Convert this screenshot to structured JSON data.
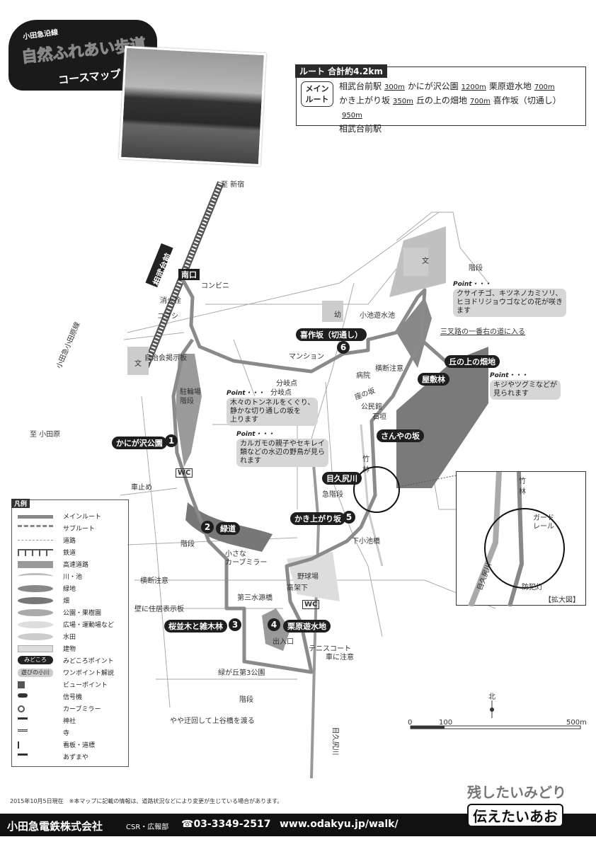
{
  "title": {
    "subtitle": "小田急沿線",
    "main": "自然ふれあい歩道",
    "course_map": "コースマップ"
  },
  "route": {
    "header": "ルート 合計約4.2km",
    "main_route_label": "メイン\nルート",
    "line1": [
      "相武台前駅",
      "300m",
      "かにが沢公園",
      "1200m",
      "栗原遊水地",
      "700m"
    ],
    "line2": [
      "かき上がり坂",
      "350m",
      "丘の上の畑地",
      "700m",
      "喜作坂（切通し）",
      "950m"
    ],
    "line3": "相武台前駅"
  },
  "map": {
    "direction_shinjuku": "至 新宿",
    "direction_odawara": "至 小田原",
    "railway": "小田急小田原線",
    "station": "相武台前",
    "exit": "南口",
    "labels": {
      "konbini": "コンビニ",
      "hydrant": "消火栓",
      "kobushi": "コブシ",
      "notice_board": "自治会掲示板",
      "school1": "文",
      "school2": "文",
      "kinder": "幼",
      "bike": "駐輪場",
      "stairs1": "階段",
      "branch1": "分岐点",
      "branch2": "分岐点",
      "mansion": "マンション",
      "pond": "小池遊水池",
      "stairs2": "階段",
      "crossing1": "横断注意",
      "hospital": "病院",
      "saka": "座の坂",
      "hall": "公民館",
      "wall": "石垣",
      "bamboo": "竹林",
      "steep": "急階段",
      "bridge": "下小池橋",
      "parking": "車止め",
      "wc1": "WC",
      "wc2": "WC",
      "stairs3": "階段",
      "mirror": "小さな\nカーブミラー",
      "crossing2": "横断注意",
      "address": "壁に住居表示板",
      "baseball": "野球場",
      "overpass": "高架下",
      "bridge3": "第三水源橋",
      "entrance": "出入口",
      "tennis": "テニスコート",
      "car": "車に注意",
      "park3": "緑が丘第3公園",
      "stairs4": "階段",
      "detour": "やや迂回して上谷橋を渡る",
      "river": "目久尻川",
      "fork": "三叉路の一番右の道に入る",
      "yashiki": "屋敷林"
    },
    "spots": [
      {
        "n": "1",
        "name": "かにが沢公園"
      },
      {
        "n": "2",
        "name": "緑道"
      },
      {
        "n": "3",
        "name": "桜並木と雑木林"
      },
      {
        "n": "4",
        "name": "栗原遊水地"
      },
      {
        "n": "5",
        "name": "かき上がり坂"
      },
      {
        "n": "6",
        "name": "喜作坂（切通し）"
      },
      {
        "n": "",
        "name": "丘の上の畑地"
      },
      {
        "n": "",
        "name": "さんやの坂"
      },
      {
        "n": "",
        "name": "目久尻川"
      }
    ],
    "points": [
      {
        "head": "Point・・・",
        "text": "クサイチゴ、キツネノカミソリ、\nヒヨドリジョウゴなどの花が咲き\nます"
      },
      {
        "head": "Point・・・",
        "text": "キジやツグミなどが\n見られます"
      },
      {
        "head": "Point・・・",
        "text": "木々のトンネルをくぐり、\n静かな切り通しの坂を\n上ります"
      },
      {
        "head": "Point・・・",
        "text": "カルガモの親子やセキレイ\n類などの水辺の野鳥が見ら\nれます"
      }
    ],
    "compass": "北",
    "scale": [
      "0",
      "100",
      "500m"
    ]
  },
  "inset": {
    "bamboo": "竹林",
    "guardrail": "ガード\nレール",
    "light": "防犯灯",
    "river": "目久尻川",
    "caption": "【拡大図】"
  },
  "legend": {
    "title": "凡例",
    "items": [
      "メインルート",
      "サブルート",
      "道路",
      "鉄道",
      "高速道路",
      "川・池",
      "緑地",
      "畑",
      "公園・果樹園",
      "広場・運動場など",
      "水田",
      "建物",
      "みどころポイント",
      "ワンポイント解説",
      "ビューポイント",
      "信号機",
      "カーブミラー",
      "神社",
      "寺",
      "看板・道標",
      "あずまや"
    ],
    "badge": "みどころ",
    "point_head": "Point・・・",
    "point_sample": "遊びの小川"
  },
  "note": "2015年10月5日現在　※本マップに記載の情報は、道路状況などにより変更が生じている場合があります。",
  "slogan": {
    "line1": "残したいみどり",
    "line2": "伝えたいあお"
  },
  "footer": {
    "company": "小田急電鉄株式会社",
    "dept": "CSR・広報部",
    "phone": "☎03-3349-2517",
    "url": "www.odakyu.jp/walk/"
  },
  "colors": {
    "route": "#8a8a8a",
    "field": "#7a7a7a",
    "park": "#bdbdbd",
    "footer": "#111111"
  }
}
